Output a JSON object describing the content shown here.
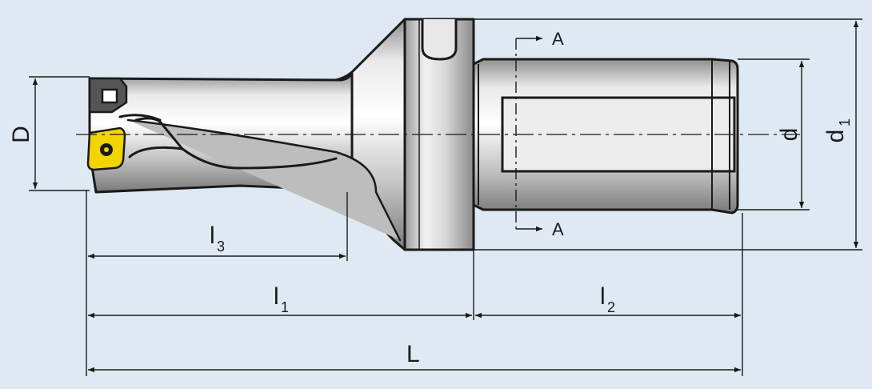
{
  "labels": {
    "D": "D",
    "d": "d",
    "d1_main": "d",
    "d1_sub": "1",
    "L": "L",
    "l1_main": "l",
    "l1_sub": "1",
    "l2_main": "l",
    "l2_sub": "2",
    "l3_main": "l",
    "l3_sub": "3",
    "section_top": "A",
    "section_bottom": "A"
  },
  "colors": {
    "background": "#dfe9f3",
    "outline": "#1a1a1a",
    "steel_light": "#f4f4f4",
    "steel_mid": "#c9c9c9",
    "steel_dark": "#8c8c8c",
    "insert": "#f2d400"
  }
}
